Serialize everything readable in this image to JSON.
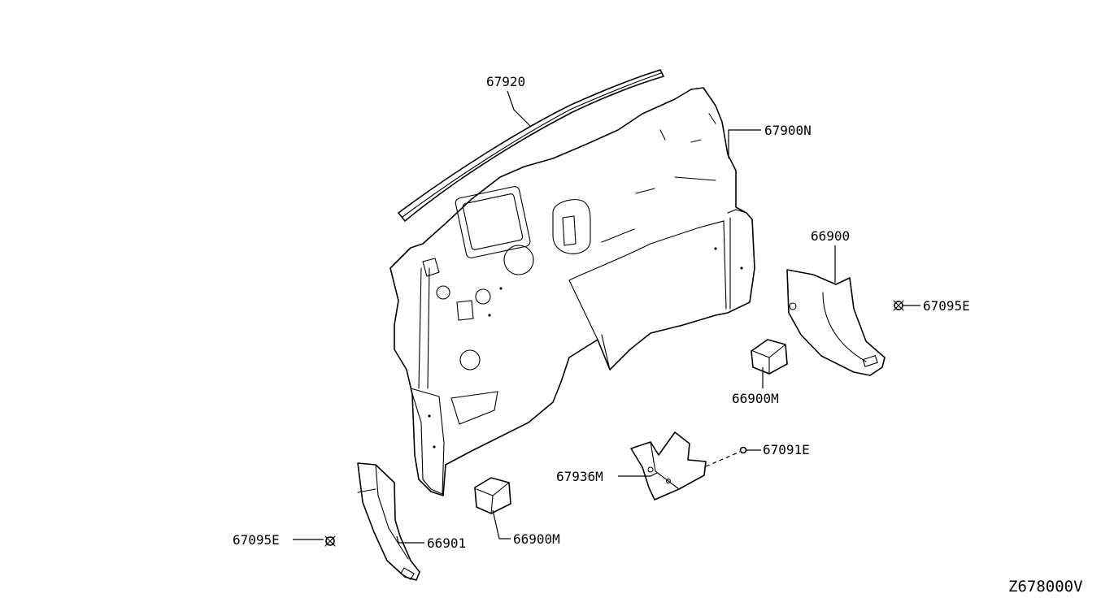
{
  "callouts": {
    "p67920": "67920",
    "p67900N": "67900N",
    "p66900": "66900",
    "p67095E_right": "67095E",
    "p66900M_right": "66900M",
    "p67091E": "67091E",
    "p67936M": "67936M",
    "p67095E_left": "67095E",
    "p66901": "66901",
    "p66900M_left": "66900M"
  },
  "drawing_id": "Z678000V"
}
